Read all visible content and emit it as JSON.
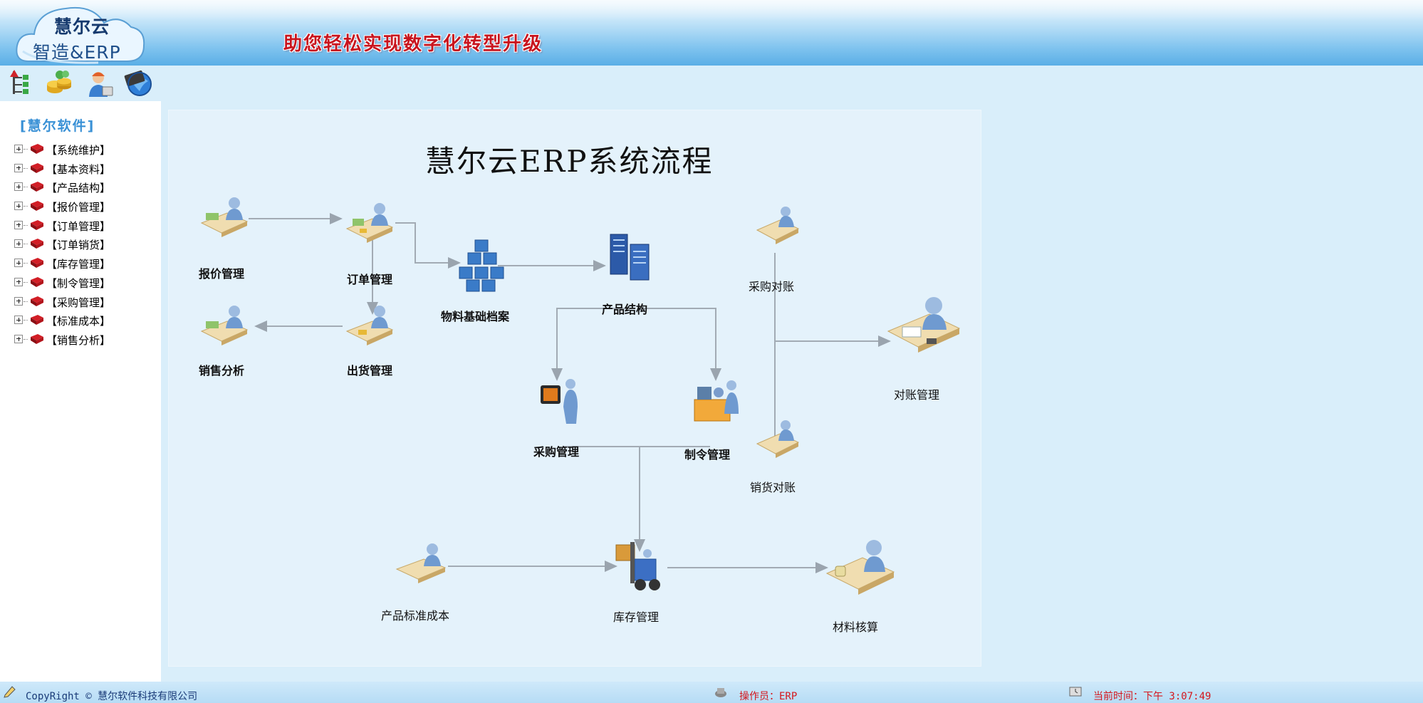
{
  "header": {
    "logo_line1": "慧尔云",
    "logo_line2": "智造&ERP",
    "slogan": "助您轻松实现数字化转型升级"
  },
  "toolbar": {
    "icons": [
      "tree-icon",
      "coins-icon",
      "user-icon",
      "browser-icon"
    ]
  },
  "sidebar": {
    "title": "[慧尔软件]",
    "items": [
      {
        "label": "【系统维护】"
      },
      {
        "label": "【基本资料】"
      },
      {
        "label": "【产品结构】"
      },
      {
        "label": "【报价管理】"
      },
      {
        "label": "【订单管理】"
      },
      {
        "label": "【订单销货】"
      },
      {
        "label": "【库存管理】"
      },
      {
        "label": "【制令管理】"
      },
      {
        "label": "【采购管理】"
      },
      {
        "label": "【标准成本】"
      },
      {
        "label": "【销售分析】"
      }
    ]
  },
  "diagram": {
    "title": "慧尔云ERP系统流程",
    "nodes": {
      "quote": "报价管理",
      "order": "订单管理",
      "material": "物料基础档案",
      "product": "产品结构",
      "purchase_recon": "采购对账",
      "recon": "对账管理",
      "sales_analysis": "销售分析",
      "shipment": "出货管理",
      "purchase": "采购管理",
      "work_order": "制令管理",
      "sales_recon": "销货对账",
      "std_cost": "产品标准成本",
      "inventory": "库存管理",
      "accounting": "材料核算"
    }
  },
  "statusbar": {
    "copyright": "CopyRight © 慧尔软件科技有限公司",
    "operator": "操作员：ERP",
    "time": "当前时间：下午 3:07:49"
  }
}
